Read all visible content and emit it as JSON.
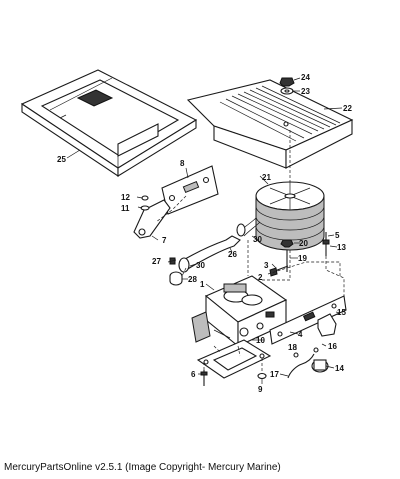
{
  "callouts": {
    "c1": "1",
    "c2": "2",
    "c3": "3",
    "c4": "4",
    "c5": "5",
    "c6": "6",
    "c7": "7",
    "c8": "8",
    "c9": "9",
    "c10": "10",
    "c11": "11",
    "c12": "12",
    "c13": "13",
    "c14": "14",
    "c15": "15",
    "c16": "16",
    "c17": "17",
    "c18": "18",
    "c19": "19",
    "c20": "20",
    "c21": "21",
    "c22": "22",
    "c23": "23",
    "c24": "24",
    "c25": "25",
    "c26": "26",
    "c27": "27",
    "c28": "28",
    "c30a": "30",
    "c30b": "30"
  },
  "footer": {
    "copyright": "MercuryPartsOnline v2.5.1 (Image Copyright- Mercury Marine)"
  }
}
